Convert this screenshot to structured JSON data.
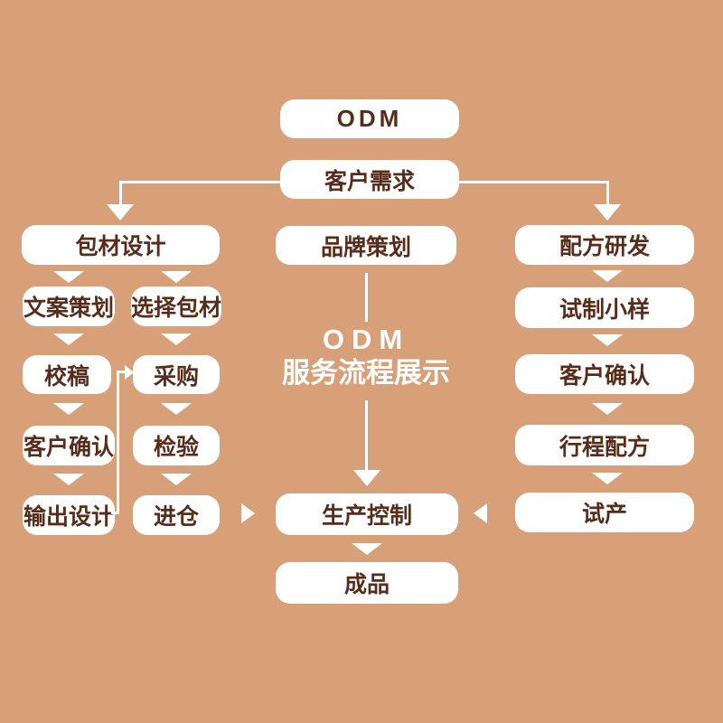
{
  "colors": {
    "background": "#d7a078",
    "box_bg": "#ffffff",
    "box_text": "#582c1a",
    "arrow": "#ffffff"
  },
  "center_title": {
    "line1": "ODM",
    "line2": "服务流程展示"
  },
  "nodes": {
    "odm": "ODM",
    "customer_needs": "客户需求",
    "packaging_design": "包材设计",
    "copywriting": "文案策划",
    "select_packaging": "选择包材",
    "proofreading": "校稿",
    "purchasing": "采购",
    "customer_confirm_left": "客户确认",
    "inspection": "检验",
    "output_design": "输出设计",
    "warehousing": "进仓",
    "brand_planning": "品牌策划",
    "production_control": "生产控制",
    "finished_product": "成品",
    "formula_rd": "配方研发",
    "trial_sample": "试制小样",
    "customer_confirm_right": "客户确认",
    "trip_formula": "行程配方",
    "trial_production": "试产"
  }
}
